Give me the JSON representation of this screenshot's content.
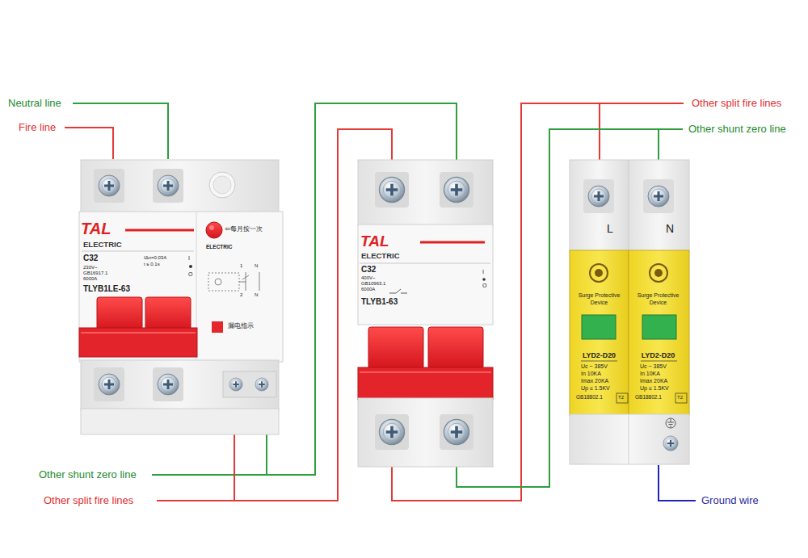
{
  "diagram": {
    "nodes": [
      {
        "text": [
          "TAL",
          "ELECTRIC",
          "C32",
          "230V~",
          "GB16917.1",
          "6000A",
          "TLYB1LE-63",
          "IΔn=0.03A",
          "t ≤ 0.1s",
          "I",
          "O",
          "⇦每月按一次",
          "ELECTRIC",
          "1",
          "N",
          "2",
          "N",
          "漏电指示"
        ]
      },
      {
        "text": [
          "TAL",
          "ELECTRIC",
          "C32",
          "400V~",
          "GB10963.1",
          "6000A",
          "TLYB1-63",
          "I",
          "O"
        ]
      },
      {
        "text": [
          "L",
          "Surge Protective Device",
          "LYD2-D20",
          "Uc ~ 385V",
          "In 10KA",
          "Imax 20KA",
          "Up ≤ 1.5KV",
          "GB18802.1",
          "T2"
        ]
      },
      {
        "text": [
          "N",
          "Surge Protective Device",
          "LYD2-D20",
          "Uc ~ 385V",
          "In 10KA",
          "Imax 20KA",
          "Up ≤ 1.5KV",
          "GB18802.1",
          "T2"
        ]
      }
    ],
    "edges": [
      {
        "from": 0,
        "to": 1,
        "arrow": "none"
      },
      {
        "from": 0,
        "to": 1,
        "arrow": "none"
      },
      {
        "from": 1,
        "to": 2,
        "arrow": "none"
      },
      {
        "from": 1,
        "to": 3,
        "arrow": "none"
      }
    ],
    "labels": [
      "Neutral line",
      "Fire line",
      "Other split fire lines",
      "Other shunt zero line",
      "Other shunt zero line",
      "Other split fire lines",
      "Ground wire"
    ]
  }
}
